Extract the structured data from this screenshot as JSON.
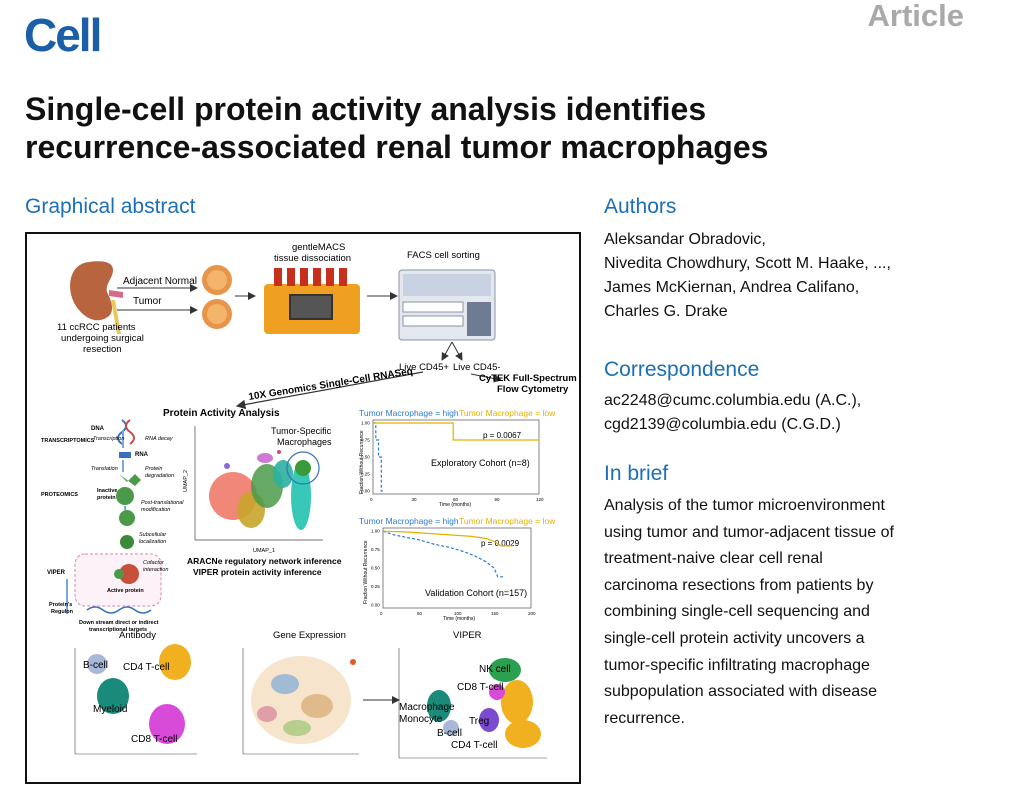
{
  "header": {
    "journal_logo": "Cell",
    "article_type": "Article",
    "title_lines": [
      "Single-cell protein activity analysis identifies",
      "recurrence-associated renal tumor macrophages"
    ]
  },
  "graphical_abstract": {
    "heading": "Graphical abstract",
    "labels": {
      "adjacent_normal": "Adjacent Normal",
      "tumor": "Tumor",
      "patients": [
        "11 ccRCC patients",
        "undergoing surgical",
        "resection"
      ],
      "gentlemacs": [
        "gentleMACS",
        "tissue dissociation"
      ],
      "facs": "FACS cell sorting",
      "live_cd45_pos": "Live CD45+",
      "live_cd45_neg": "Live CD45-",
      "cytek": [
        "CyTEK Full-Spectrum",
        "Flow Cytometry"
      ],
      "tenx": "10X Genomics Single-Cell RNASeq",
      "protein_activity": "Protein Activity Analysis",
      "pathway": {
        "dna": "DNA",
        "transcription": "Transcription",
        "rna_decay": "RNA decay",
        "rna": "RNA",
        "translation": "Translation",
        "protein_degradation": [
          "Protein",
          "degradation"
        ],
        "inactive_protein": [
          "Inactive",
          "protein"
        ],
        "post_translational": [
          "Post-translational",
          "modification"
        ],
        "subcellular": [
          "Subcellular",
          "localization"
        ],
        "cofactor": [
          "Cofactor",
          "interaction"
        ],
        "active_protein": "Active protein",
        "transcriptomics": "TRANSCRIPTOMICS",
        "proteomics": "PROTEOMICS",
        "viper": "VIPER",
        "regulon": [
          "Protein's",
          "Regulon"
        ],
        "downstream": [
          "Down stream direct or indirect",
          "transcriptional targets"
        ]
      },
      "tumor_specific": [
        "Tumor-Specific",
        "Macrophages"
      ],
      "umap1": "UMAP_1",
      "umap2": "UMAP_2",
      "aracne": "ARACNe regulatory network inference",
      "viper_inference": "VIPER protein activity inference",
      "panel_antibody": "Antibody",
      "panel_gene": "Gene Expression",
      "panel_viper": "VIPER",
      "antibody_clusters": [
        "B-cell",
        "CD4 T-cell",
        "Myeloid",
        "CD8 T-cell"
      ],
      "viper_clusters": [
        "NK cell",
        "CD8 T-cell",
        "Macrophage",
        "Monocyte",
        "Treg",
        "B-cell",
        "CD4 T-cell"
      ]
    },
    "km_plots": [
      {
        "legend_high": "Tumor Macrophage = high",
        "legend_low": "Tumor Macrophage = low",
        "pvalue": "p = 0.0067",
        "cohort": "Exploratory Cohort (n=8)",
        "ylabel": "Fraction Without Recurrence",
        "xlabel": "Time (months)",
        "xticks": [
          "0",
          "30",
          "60",
          "90",
          "120"
        ],
        "xmax": 120,
        "yticks": [
          "0.00",
          "0.25",
          "0.50",
          "0.75",
          "1.00"
        ],
        "high_curve": [
          [
            0,
            1.0
          ],
          [
            2,
            1.0
          ],
          [
            2,
            0.75
          ],
          [
            4,
            0.75
          ],
          [
            4,
            0.5
          ],
          [
            6,
            0.5
          ],
          [
            6,
            0.0
          ],
          [
            7,
            0.0
          ]
        ],
        "low_curve": [
          [
            0,
            1.0
          ],
          [
            58,
            1.0
          ],
          [
            58,
            0.75
          ],
          [
            120,
            0.75
          ]
        ],
        "colors": {
          "high": "#2b7bd0",
          "low": "#e3b100"
        }
      },
      {
        "legend_high": "Tumor Macrophage = high",
        "legend_low": "Tumor Macrophage = low",
        "pvalue": "p = 0.0029",
        "cohort": "Validation Cohort (n=157)",
        "ylabel": "Fraction Without Recurrence",
        "xlabel": "Time (months)",
        "xticks": [
          "0",
          "50",
          "100",
          "150",
          "200"
        ],
        "xmax": 200,
        "yticks": [
          "0.00",
          "0.25",
          "0.50",
          "0.75",
          "1.00"
        ],
        "high_curve": [
          [
            0,
            1.0
          ],
          [
            15,
            0.95
          ],
          [
            30,
            0.92
          ],
          [
            50,
            0.88
          ],
          [
            70,
            0.82
          ],
          [
            90,
            0.78
          ],
          [
            110,
            0.72
          ],
          [
            125,
            0.66
          ],
          [
            140,
            0.58
          ],
          [
            150,
            0.5
          ],
          [
            155,
            0.38
          ],
          [
            165,
            0.38
          ]
        ],
        "low_curve": [
          [
            0,
            1.0
          ],
          [
            30,
            0.99
          ],
          [
            60,
            0.97
          ],
          [
            90,
            0.95
          ],
          [
            120,
            0.93
          ],
          [
            140,
            0.9
          ],
          [
            150,
            0.86
          ],
          [
            160,
            0.8
          ],
          [
            175,
            0.8
          ]
        ],
        "colors": {
          "high": "#2b7bd0",
          "low": "#e3b100"
        }
      }
    ]
  },
  "authors": {
    "heading": "Authors",
    "lines": [
      "Aleksandar Obradovic,",
      "Nivedita Chowdhury, Scott M. Haake, ...,",
      "James McKiernan, Andrea Califano,",
      "Charles G. Drake"
    ]
  },
  "correspondence": {
    "heading": "Correspondence",
    "lines": [
      "ac2248@cumc.columbia.edu (A.C.),",
      "cgd2139@columbia.edu (C.G.D.)"
    ]
  },
  "in_brief": {
    "heading": "In brief",
    "lines": [
      "Analysis of the tumor microenvironment",
      "using tumor and tumor-adjacent tissue of",
      "treatment-naive clear cell renal",
      "carcinoma resections from patients by",
      "combining single-cell sequencing and",
      "single-cell protein activity uncovers a",
      "tumor-specific infiltrating macrophage",
      "subpopulation associated with disease",
      "recurrence."
    ]
  },
  "colors": {
    "brand_blue": "#1a5fa8",
    "section_blue": "#1b6fb8",
    "article_gray": "#a9a9a9"
  }
}
